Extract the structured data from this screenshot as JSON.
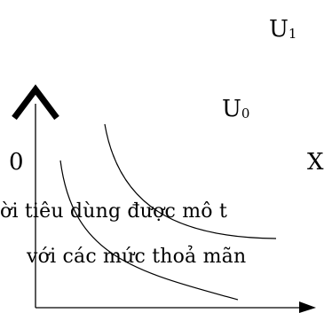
{
  "chart_data": {
    "type": "line",
    "title": "",
    "xlabel": "X",
    "ylabel": "",
    "origin_label": "0",
    "axes": {
      "x_arrow": true,
      "y_arrow": true,
      "grid": false
    },
    "series": [
      {
        "name": "U0",
        "label_main": "U",
        "label_sub": "0",
        "shape": "convex-decreasing"
      },
      {
        "name": "U1",
        "label_main": "U",
        "label_sub": "1",
        "shape": "convex-decreasing"
      }
    ]
  },
  "text_lines": [
    "ời tiêu dùng được mô t",
    "với các mức thoả mãn"
  ],
  "colors": {
    "ink": "#000000",
    "background": "#ffffff"
  }
}
